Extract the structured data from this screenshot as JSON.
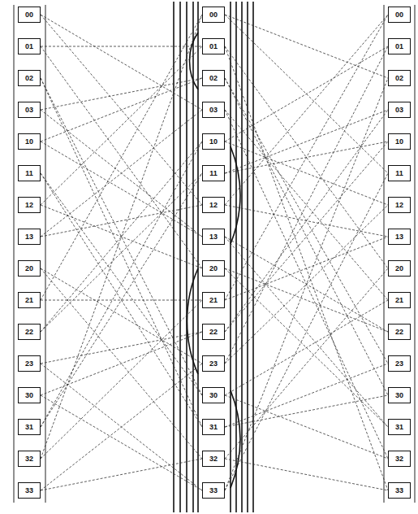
{
  "diagram": {
    "nodes": [
      {
        "text": [
          "00"
        ]
      },
      {
        "text": [
          "01"
        ]
      },
      {
        "text": [
          "02"
        ]
      },
      {
        "text": [
          "03"
        ]
      },
      {
        "text": [
          "10"
        ]
      },
      {
        "text": [
          "11"
        ]
      },
      {
        "text": [
          "12"
        ]
      },
      {
        "text": [
          "13"
        ]
      },
      {
        "text": [
          "20"
        ]
      },
      {
        "text": [
          "21"
        ]
      },
      {
        "text": [
          "22"
        ]
      },
      {
        "text": [
          "23"
        ]
      },
      {
        "text": [
          "30"
        ]
      },
      {
        "text": [
          "31"
        ]
      },
      {
        "text": [
          "32"
        ]
      },
      {
        "text": [
          "33"
        ]
      },
      {
        "text": [
          "00"
        ]
      },
      {
        "text": [
          "01"
        ]
      },
      {
        "text": [
          "02"
        ]
      },
      {
        "text": [
          "03"
        ]
      },
      {
        "text": [
          "10"
        ]
      },
      {
        "text": [
          "11"
        ]
      },
      {
        "text": [
          "12"
        ]
      },
      {
        "text": [
          "13"
        ]
      },
      {
        "text": [
          "20"
        ]
      },
      {
        "text": [
          "21"
        ]
      },
      {
        "text": [
          "22"
        ]
      },
      {
        "text": [
          "23"
        ]
      },
      {
        "text": [
          "30"
        ]
      },
      {
        "text": [
          "31"
        ]
      },
      {
        "text": [
          "32"
        ]
      },
      {
        "text": [
          "33"
        ]
      },
      {
        "text": [
          "00"
        ]
      },
      {
        "text": [
          "01"
        ]
      },
      {
        "text": [
          "02"
        ]
      },
      {
        "text": [
          "03"
        ]
      },
      {
        "text": [
          "10"
        ]
      },
      {
        "text": [
          "11"
        ]
      },
      {
        "text": [
          "12"
        ]
      },
      {
        "text": [
          "13"
        ]
      },
      {
        "text": [
          "20"
        ]
      },
      {
        "text": [
          "21"
        ]
      },
      {
        "text": [
          "22"
        ]
      },
      {
        "text": [
          "23"
        ]
      },
      {
        "text": [
          "30"
        ]
      },
      {
        "text": [
          "31"
        ]
      },
      {
        "text": [
          "32"
        ]
      },
      {
        "text": [
          "33"
        ]
      }
    ],
    "edges": [
      {
        "from": 0,
        "to": 19,
        "arrow": "none"
      },
      {
        "from": 0,
        "to": 22,
        "arrow": "none"
      },
      {
        "from": 1,
        "to": 24,
        "arrow": "none"
      },
      {
        "from": 1,
        "to": 17,
        "arrow": "none"
      },
      {
        "from": 2,
        "to": 29,
        "arrow": "none"
      },
      {
        "from": 2,
        "to": 28,
        "arrow": "none"
      },
      {
        "from": 3,
        "to": 18,
        "arrow": "none"
      },
      {
        "from": 3,
        "to": 23,
        "arrow": "none"
      },
      {
        "from": 4,
        "to": 23,
        "arrow": "none"
      },
      {
        "from": 4,
        "to": 18,
        "arrow": "none"
      },
      {
        "from": 5,
        "to": 28,
        "arrow": "none"
      },
      {
        "from": 5,
        "to": 29,
        "arrow": "none"
      },
      {
        "from": 6,
        "to": 17,
        "arrow": "none"
      },
      {
        "from": 6,
        "to": 24,
        "arrow": "none"
      },
      {
        "from": 7,
        "to": 22,
        "arrow": "none"
      },
      {
        "from": 7,
        "to": 19,
        "arrow": "none"
      },
      {
        "from": 8,
        "to": 27,
        "arrow": "none"
      },
      {
        "from": 8,
        "to": 30,
        "arrow": "none"
      },
      {
        "from": 9,
        "to": 16,
        "arrow": "none"
      },
      {
        "from": 9,
        "to": 25,
        "arrow": "none"
      },
      {
        "from": 10,
        "to": 21,
        "arrow": "none"
      },
      {
        "from": 10,
        "to": 20,
        "arrow": "none"
      },
      {
        "from": 11,
        "to": 26,
        "arrow": "none"
      },
      {
        "from": 11,
        "to": 31,
        "arrow": "none"
      },
      {
        "from": 12,
        "to": 31,
        "arrow": "none"
      },
      {
        "from": 12,
        "to": 26,
        "arrow": "none"
      },
      {
        "from": 13,
        "to": 20,
        "arrow": "none"
      },
      {
        "from": 13,
        "to": 21,
        "arrow": "none"
      },
      {
        "from": 14,
        "to": 25,
        "arrow": "none"
      },
      {
        "from": 14,
        "to": 16,
        "arrow": "none"
      },
      {
        "from": 15,
        "to": 30,
        "arrow": "none"
      },
      {
        "from": 15,
        "to": 27,
        "arrow": "none"
      },
      {
        "from": 16,
        "to": 37,
        "arrow": "none"
      },
      {
        "from": 16,
        "to": 34,
        "arrow": "none"
      },
      {
        "from": 17,
        "to": 40,
        "arrow": "none"
      },
      {
        "from": 17,
        "to": 47,
        "arrow": "none"
      },
      {
        "from": 18,
        "to": 43,
        "arrow": "none"
      },
      {
        "from": 18,
        "to": 44,
        "arrow": "none"
      },
      {
        "from": 19,
        "to": 46,
        "arrow": "none"
      },
      {
        "from": 19,
        "to": 41,
        "arrow": "none"
      },
      {
        "from": 20,
        "to": 33,
        "arrow": "none"
      },
      {
        "from": 20,
        "to": 38,
        "arrow": "none"
      },
      {
        "from": 21,
        "to": 36,
        "arrow": "none"
      },
      {
        "from": 21,
        "to": 35,
        "arrow": "none"
      },
      {
        "from": 22,
        "to": 39,
        "arrow": "none"
      },
      {
        "from": 22,
        "to": 32,
        "arrow": "none"
      },
      {
        "from": 23,
        "to": 42,
        "arrow": "none"
      },
      {
        "from": 23,
        "to": 45,
        "arrow": "none"
      },
      {
        "from": 24,
        "to": 45,
        "arrow": "none"
      },
      {
        "from": 24,
        "to": 42,
        "arrow": "none"
      },
      {
        "from": 25,
        "to": 32,
        "arrow": "none"
      },
      {
        "from": 25,
        "to": 39,
        "arrow": "none"
      },
      {
        "from": 26,
        "to": 35,
        "arrow": "none"
      },
      {
        "from": 26,
        "to": 36,
        "arrow": "none"
      },
      {
        "from": 27,
        "to": 38,
        "arrow": "none"
      },
      {
        "from": 27,
        "to": 33,
        "arrow": "none"
      },
      {
        "from": 28,
        "to": 41,
        "arrow": "none"
      },
      {
        "from": 28,
        "to": 46,
        "arrow": "none"
      },
      {
        "from": 29,
        "to": 44,
        "arrow": "none"
      },
      {
        "from": 29,
        "to": 43,
        "arrow": "none"
      },
      {
        "from": 30,
        "to": 47,
        "arrow": "none"
      },
      {
        "from": 30,
        "to": 40,
        "arrow": "none"
      },
      {
        "from": 31,
        "to": 34,
        "arrow": "none"
      },
      {
        "from": 31,
        "to": 37,
        "arrow": "none"
      }
    ]
  }
}
